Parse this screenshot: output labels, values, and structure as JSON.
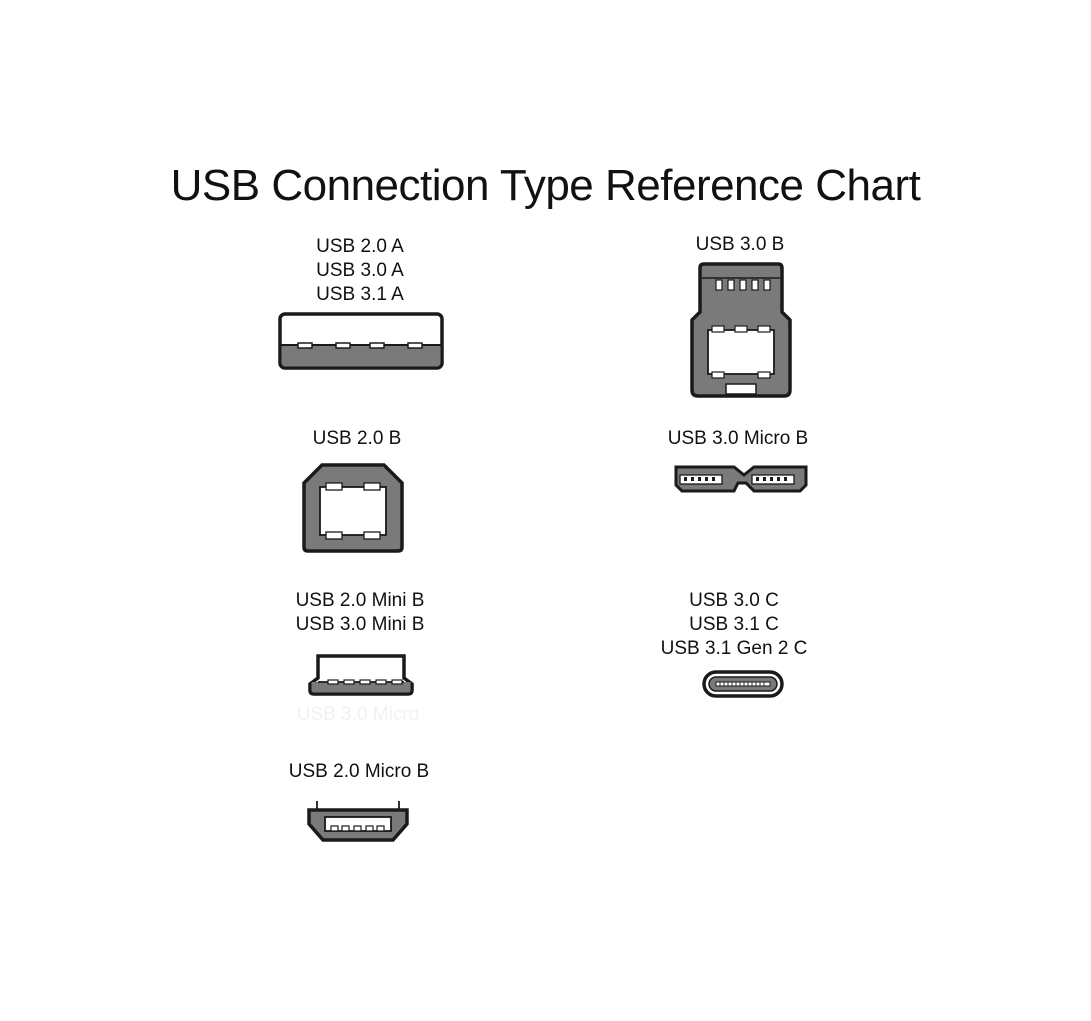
{
  "title": "USB Connection Type Reference Chart",
  "colors": {
    "outline": "#1a1a1a",
    "fill": "#7a7a7a",
    "inner": "#ffffff",
    "ghost_text": "#f1f1f1"
  },
  "connectors": {
    "usb_a": {
      "lines": [
        "USB 2.0 A",
        "USB 3.0 A",
        "USB 3.1 A"
      ]
    },
    "usb3_b": {
      "lines": [
        "USB 3.0 B"
      ]
    },
    "usb2_b": {
      "lines": [
        "USB 2.0 B"
      ]
    },
    "usb3_micro_b": {
      "lines": [
        "USB 3.0 Micro B"
      ]
    },
    "mini_b": {
      "lines": [
        "USB 2.0 Mini B",
        "USB 3.0 Mini B"
      ]
    },
    "usb_c": {
      "lines": [
        "USB 3.0 C",
        "USB 3.1 C",
        "USB 3.1 Gen 2 C"
      ]
    },
    "micro_b": {
      "lines": [
        "USB 2.0 Micro B"
      ]
    }
  },
  "ghost_text": "USB 3.0 Micro"
}
